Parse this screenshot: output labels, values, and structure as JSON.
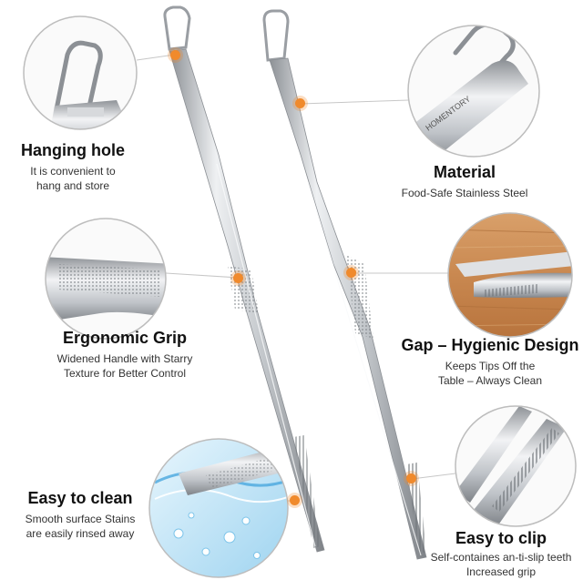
{
  "features": {
    "hanging": {
      "title": "Hanging hole",
      "desc1": "It is convenient to",
      "desc2": "hang and store"
    },
    "material": {
      "title": "Material",
      "desc1": "Food-Safe Stainless Steel"
    },
    "grip": {
      "title": "Ergonomic Grip",
      "desc1": "Widened Handle with Starry",
      "desc2": "Texture for Better Control"
    },
    "gap": {
      "title": "Gap – Hygienic Design",
      "desc1": "Keeps Tips Off the",
      "desc2": "Table – Always Clean"
    },
    "clean": {
      "title": "Easy to clean",
      "desc1": "Smooth surface Stains",
      "desc2": "are easily rinsed away"
    },
    "clip": {
      "title": "Easy to clip",
      "desc1": "Self-containes an-ti-slip teeth",
      "desc2": "Increased grip"
    }
  },
  "brand": {
    "engraving": "HOMENTORY"
  },
  "colors": {
    "accent": "#f08a2c",
    "steel": "#c9ccd0",
    "wood": "#c98850",
    "water": "#7cc4ea"
  }
}
